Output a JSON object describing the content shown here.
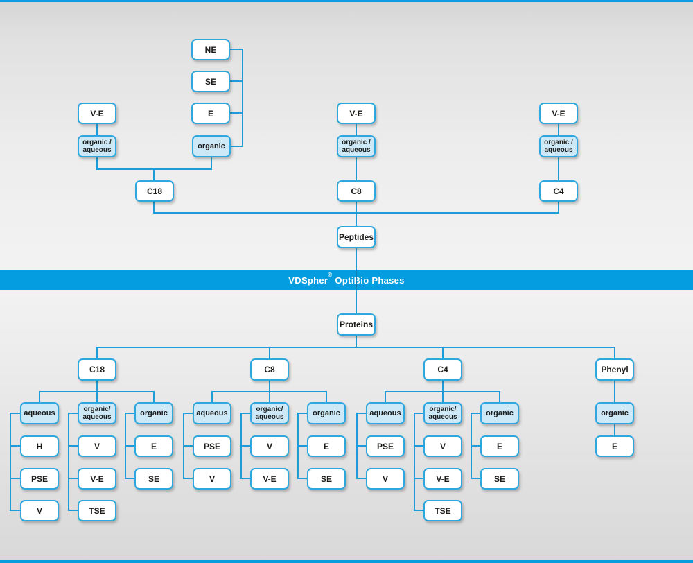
{
  "banner": {
    "title_pre": "VDSpher",
    "title_reg": "®",
    "title_post": " OptiBio Phases"
  },
  "peptides": {
    "root": "Peptides",
    "c18": {
      "column": "C18",
      "ve": "V-E",
      "organic_aqueous": "organic /\naqueous",
      "eluents": {
        "ne": "NE",
        "se": "SE",
        "e": "E",
        "organic": "organic"
      }
    },
    "c8": {
      "column": "C8",
      "ve": "V-E",
      "organic_aqueous": "organic /\naqueous"
    },
    "c4": {
      "column": "C4",
      "ve": "V-E",
      "organic_aqueous": "organic /\naqueous"
    }
  },
  "proteins": {
    "root": "Proteins",
    "c18": {
      "column": "C18",
      "groups": [
        {
          "label": "aqueous",
          "children": [
            "H",
            "PSE",
            "V"
          ]
        },
        {
          "label": "organic/\naqueous",
          "children": [
            "V",
            "V-E",
            "TSE"
          ]
        },
        {
          "label": "organic",
          "children": [
            "E",
            "SE"
          ]
        }
      ]
    },
    "c8": {
      "column": "C8",
      "groups": [
        {
          "label": "aqueous",
          "children": [
            "PSE",
            "V"
          ]
        },
        {
          "label": "organic/\naqueous",
          "children": [
            "V",
            "V-E"
          ]
        },
        {
          "label": "organic",
          "children": [
            "E",
            "SE"
          ]
        }
      ]
    },
    "c4": {
      "column": "C4",
      "groups": [
        {
          "label": "aqueous",
          "children": [
            "PSE",
            "V"
          ]
        },
        {
          "label": "organic/\naqueous",
          "children": [
            "V",
            "V-E",
            "TSE"
          ]
        },
        {
          "label": "organic",
          "children": [
            "E",
            "SE"
          ]
        }
      ]
    },
    "phenyl": {
      "column": "Phenyl",
      "groups": [
        {
          "label": "organic",
          "children": [
            "E"
          ]
        }
      ]
    }
  },
  "colors": {
    "accent_line": "#1e9cd9",
    "node_border": "#2ea6de",
    "node_fill": "#ffffff",
    "eluent_fill": "#cde9f8",
    "banner_blue": "#049ee0",
    "text": "#1d1d1b"
  }
}
